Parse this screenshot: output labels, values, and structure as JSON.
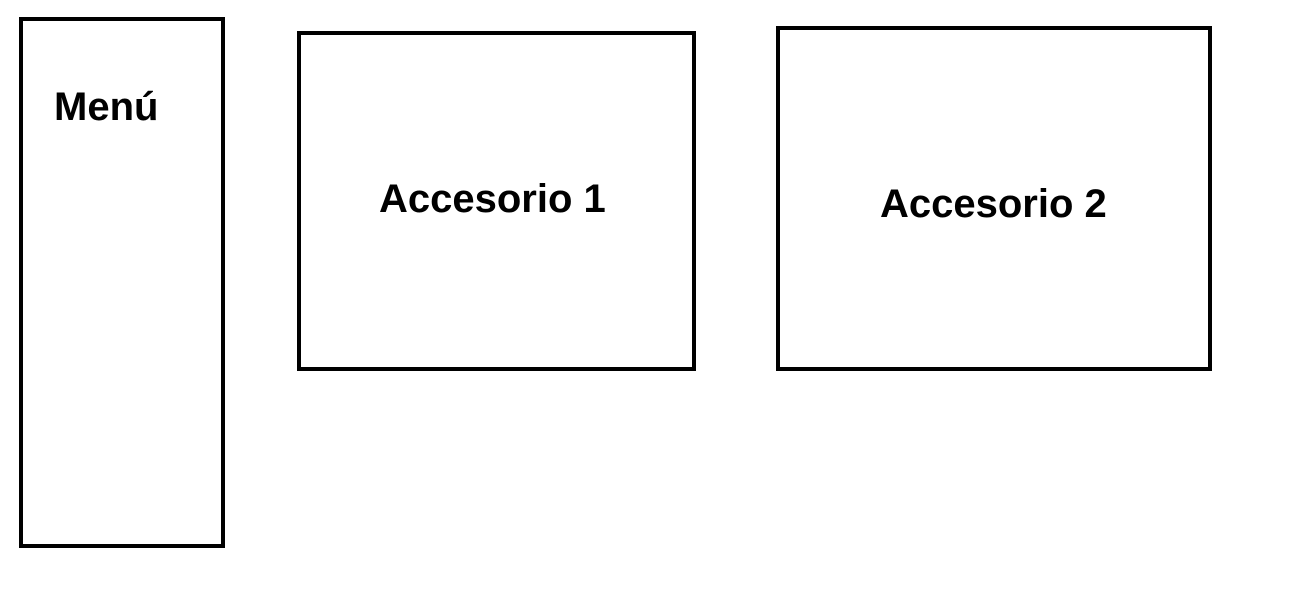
{
  "diagram": {
    "menu": {
      "label": "Menú"
    },
    "accessory_1": {
      "label": "Accesorio 1"
    },
    "accessory_2": {
      "label": "Accesorio 2"
    }
  },
  "colors": {
    "border": "#000000",
    "background": "#ffffff",
    "text": "#000000"
  }
}
